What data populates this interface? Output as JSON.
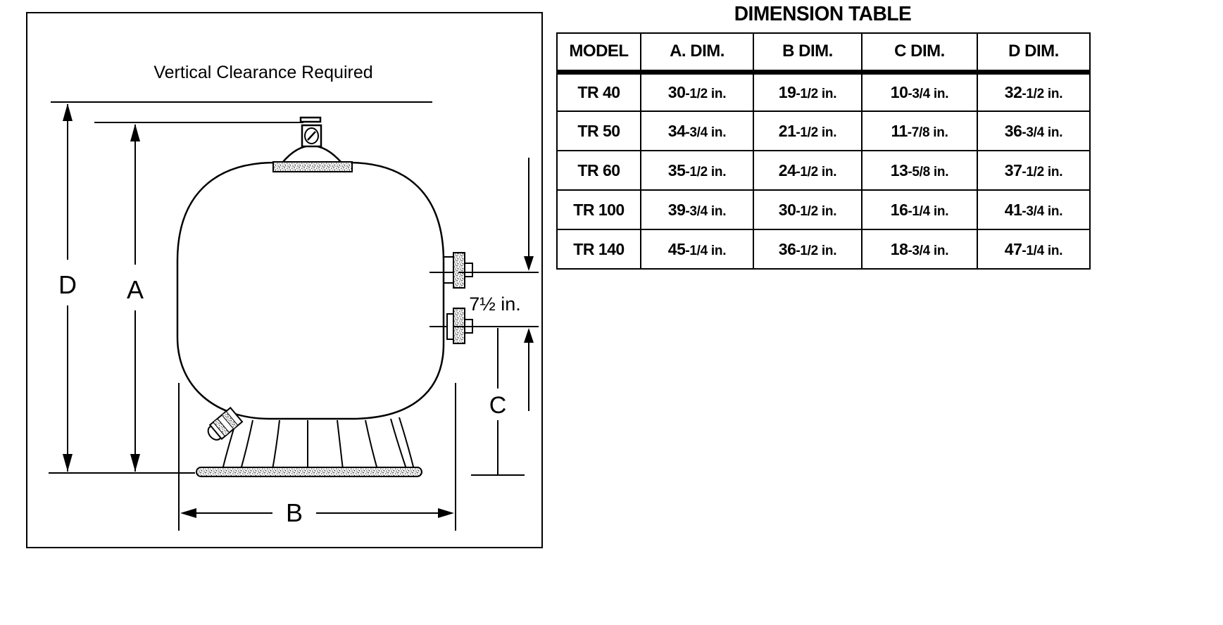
{
  "diagram": {
    "clearance_label": "Vertical Clearance Required",
    "labels": {
      "a": "A",
      "b": "B",
      "c": "C",
      "d": "D"
    },
    "pipe_spacing_label": "7½ in."
  },
  "table": {
    "title": "DIMENSION TABLE",
    "headers": [
      "MODEL",
      "A. DIM.",
      "B DIM.",
      "C DIM.",
      "D DIM."
    ],
    "rows": [
      {
        "model": "TR 40",
        "values": [
          {
            "num": "30",
            "rest": "-1/2 in."
          },
          {
            "num": "19",
            "rest": "-1/2 in."
          },
          {
            "num": "10",
            "rest": "-3/4 in."
          },
          {
            "num": "32",
            "rest": "-1/2 in."
          }
        ]
      },
      {
        "model": "TR 50",
        "values": [
          {
            "num": "34",
            "rest": "-3/4 in."
          },
          {
            "num": "21",
            "rest": "-1/2 in."
          },
          {
            "num": "11",
            "rest": "-7/8 in."
          },
          {
            "num": "36",
            "rest": "-3/4 in."
          }
        ]
      },
      {
        "model": "TR 60",
        "values": [
          {
            "num": "35",
            "rest": "-1/2 in."
          },
          {
            "num": "24",
            "rest": "-1/2 in."
          },
          {
            "num": "13",
            "rest": "-5/8 in."
          },
          {
            "num": "37",
            "rest": "-1/2 in."
          }
        ]
      },
      {
        "model": "TR 100",
        "values": [
          {
            "num": "39",
            "rest": "-3/4 in."
          },
          {
            "num": "30",
            "rest": "-1/2 in."
          },
          {
            "num": "16",
            "rest": "-1/4 in."
          },
          {
            "num": "41",
            "rest": "-3/4 in."
          }
        ]
      },
      {
        "model": "TR 140",
        "values": [
          {
            "num": "45",
            "rest": "-1/4 in."
          },
          {
            "num": "36",
            "rest": "-1/2 in."
          },
          {
            "num": "18",
            "rest": "-3/4 in."
          },
          {
            "num": "47",
            "rest": "-1/4 in."
          }
        ]
      }
    ]
  },
  "colors": {
    "ink": "#000000",
    "background": "#ffffff"
  }
}
